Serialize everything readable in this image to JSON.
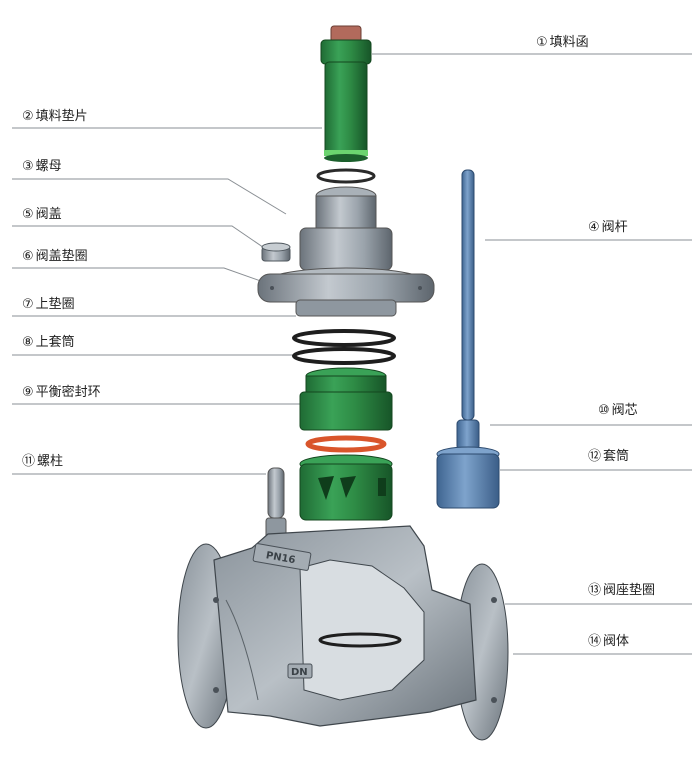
{
  "colors": {
    "green": "#2e8b45",
    "green_dark": "#1e6a33",
    "grey": "#9aa3ab",
    "grey_dark": "#6d767e",
    "blue": "#5f86b3",
    "orange": "#d9552b",
    "leader": "#8a8f94"
  },
  "labels": {
    "l1": {
      "num": "①",
      "text": "填料函"
    },
    "l2": {
      "num": "②",
      "text": "填料垫片"
    },
    "l3": {
      "num": "③",
      "text": "螺母"
    },
    "l4": {
      "num": "④",
      "text": "阀杆"
    },
    "l5": {
      "num": "⑤",
      "text": "阀盖"
    },
    "l6": {
      "num": "⑥",
      "text": "阀盖垫圈"
    },
    "l7": {
      "num": "⑦",
      "text": "上垫圈"
    },
    "l8": {
      "num": "⑧",
      "text": "上套筒"
    },
    "l9": {
      "num": "⑨",
      "text": "平衡密封环"
    },
    "l10": {
      "num": "⑩",
      "text": "阀芯"
    },
    "l11": {
      "num": "⑪",
      "text": "螺柱"
    },
    "l12": {
      "num": "⑫",
      "text": "套筒"
    },
    "l13": {
      "num": "⑬",
      "text": "阀座垫圈"
    },
    "l14": {
      "num": "⑭",
      "text": "阀体"
    }
  },
  "body_markings": {
    "pn": "PN16",
    "dn": "DN"
  }
}
